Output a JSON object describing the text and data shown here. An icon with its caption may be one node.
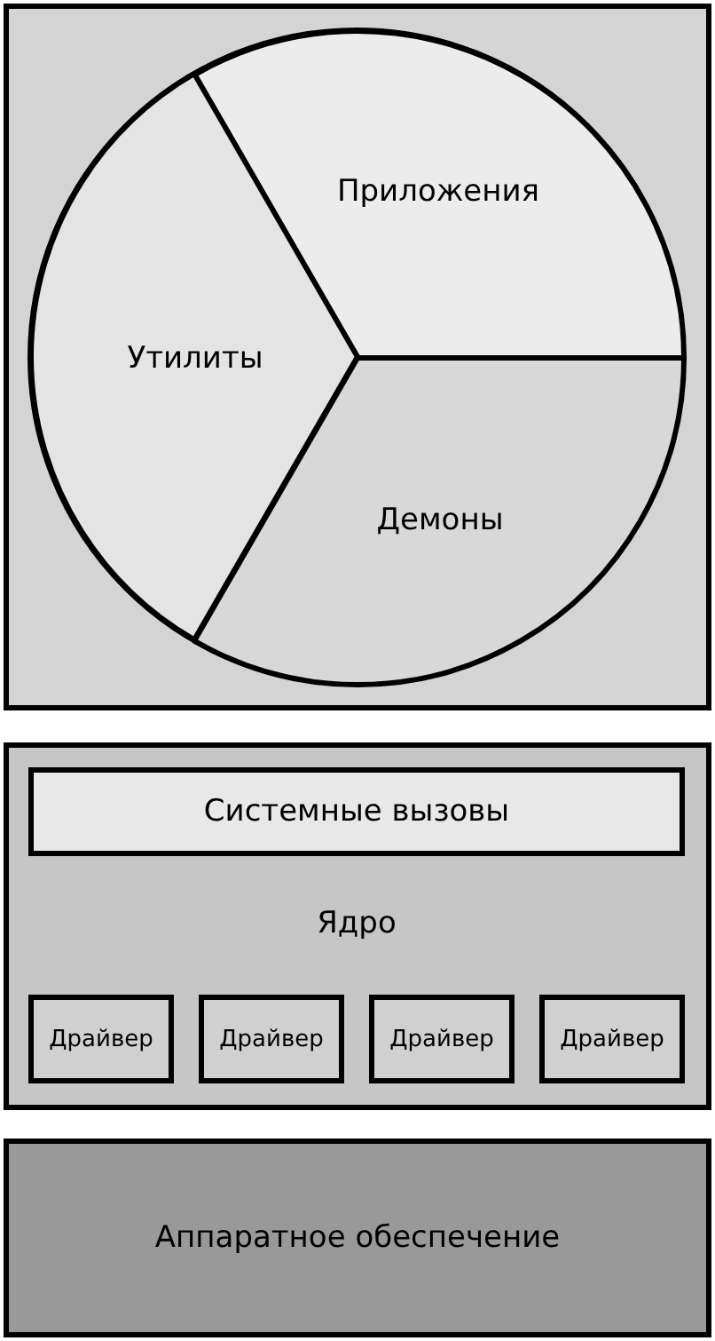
{
  "diagram": {
    "nodes": [
      {
        "text": [],
        "shape": "box"
      },
      {
        "text": [],
        "shape": "circle",
        "in": 0
      },
      {
        "text": [
          "Приложения"
        ],
        "in": 1
      },
      {
        "text": [
          "Утилиты"
        ],
        "in": 1
      },
      {
        "text": [
          "Демоны"
        ],
        "in": 1
      },
      {
        "text": [
          "Ядро"
        ]
      },
      {
        "text": [
          "Системные вызовы"
        ],
        "in": 5
      },
      {
        "text": [
          "Драйвер"
        ],
        "in": 5
      },
      {
        "text": [
          "Драйвер"
        ],
        "in": 5
      },
      {
        "text": [
          "Драйвер"
        ],
        "in": 5
      },
      {
        "text": [
          "Драйвер"
        ],
        "in": 5
      },
      {
        "text": [
          "Аппаратное обеспечение"
        ]
      }
    ]
  }
}
